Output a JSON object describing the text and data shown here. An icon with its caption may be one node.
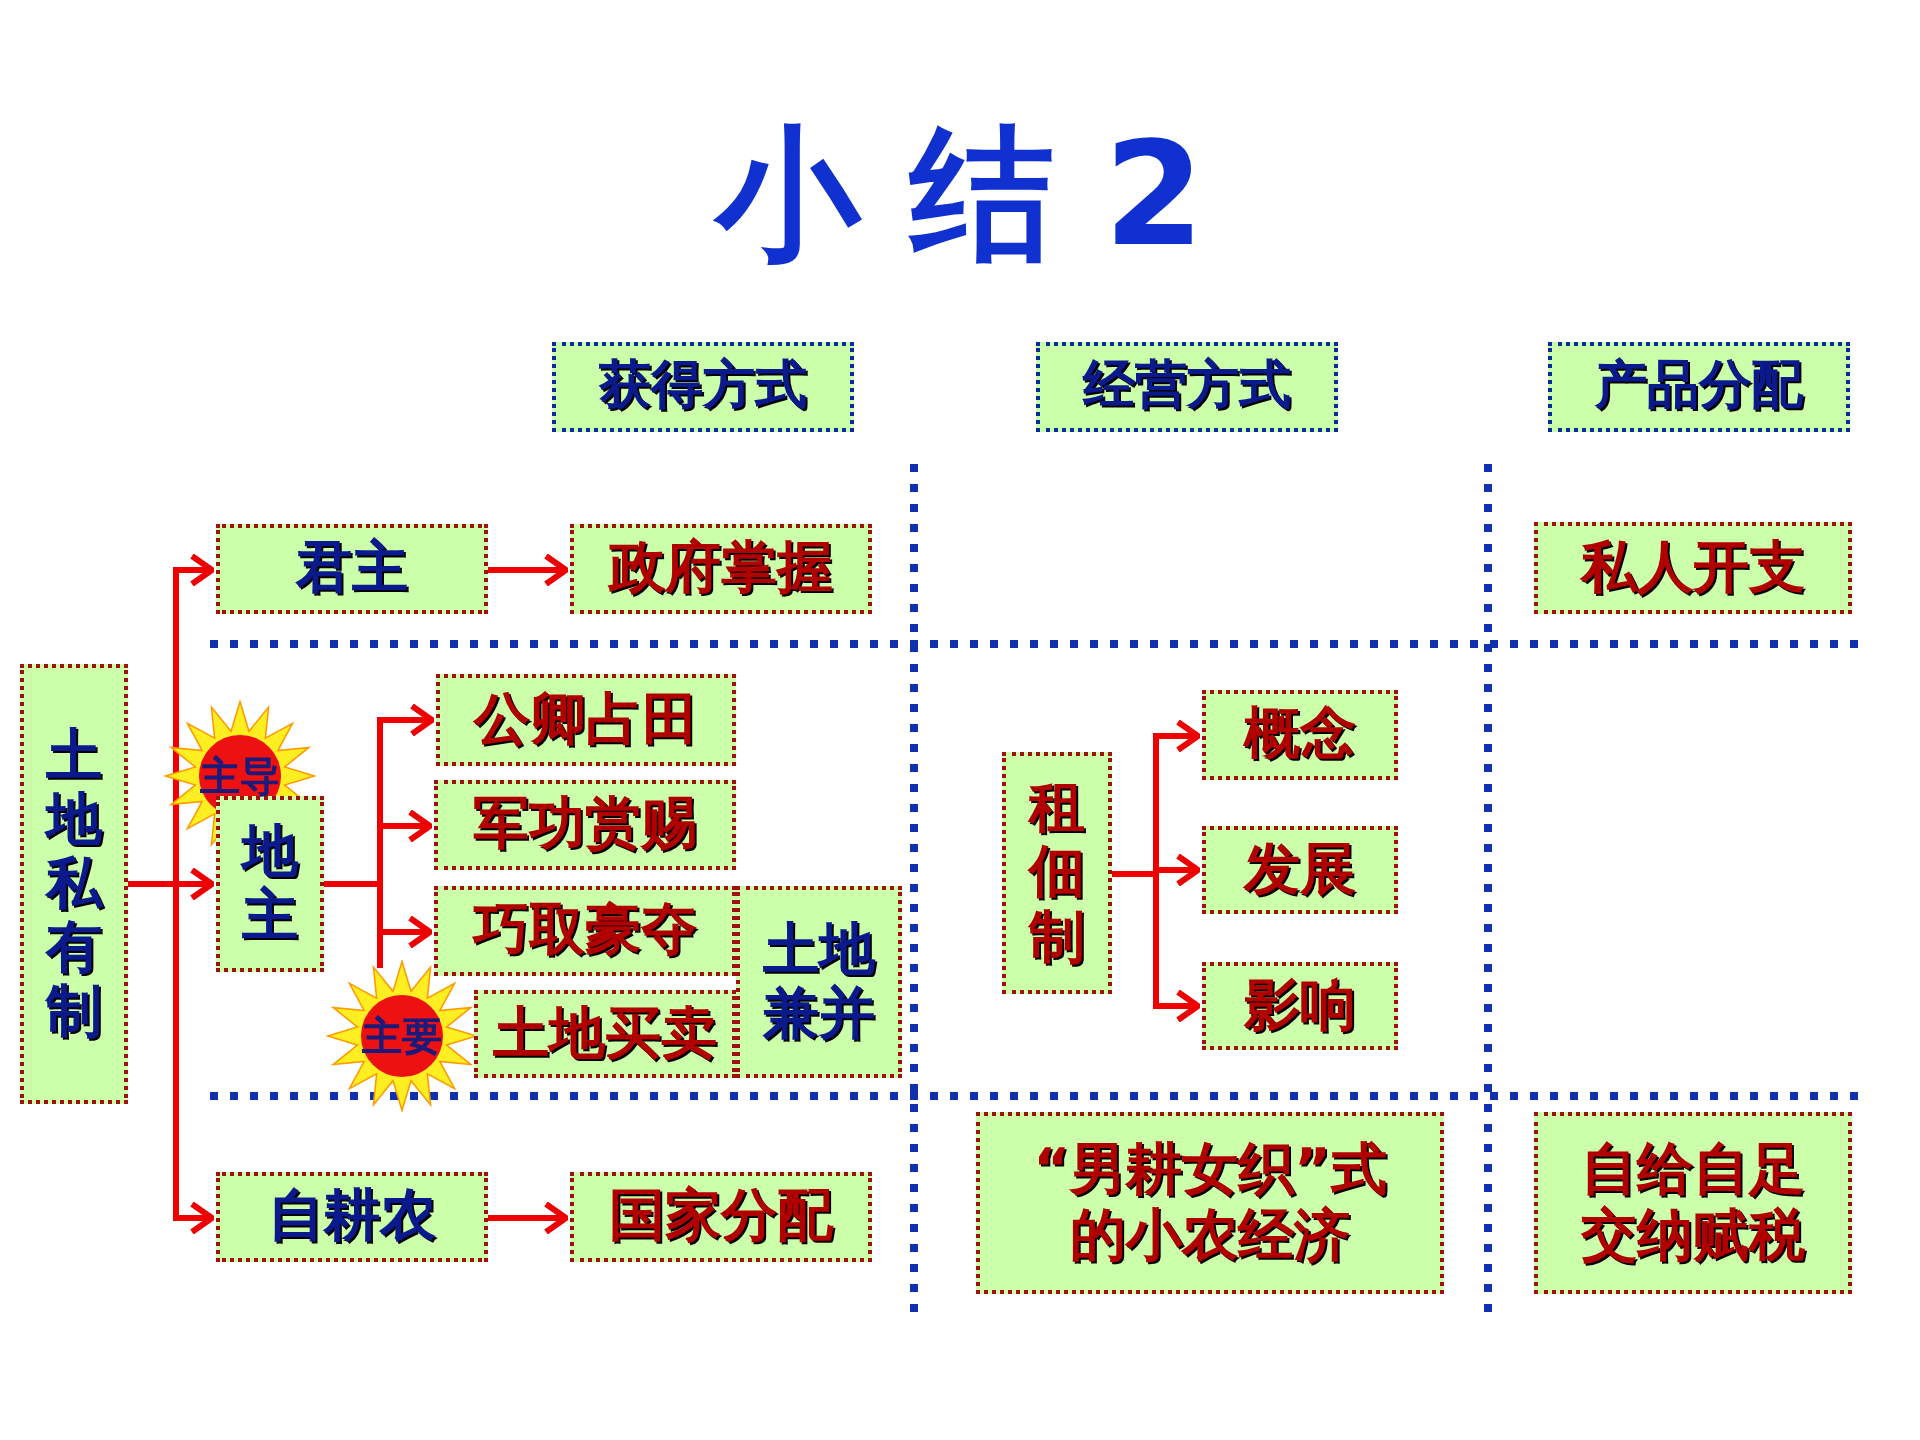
{
  "diagram": {
    "title": "小 结 2",
    "nodes": [
      {
        "text": [
          "获得方式"
        ]
      },
      {
        "text": [
          "经营方式"
        ]
      },
      {
        "text": [
          "产品分配"
        ]
      },
      {
        "text": [
          "土地私有制"
        ]
      },
      {
        "text": [
          "君主"
        ]
      },
      {
        "text": [
          "政府掌握"
        ]
      },
      {
        "text": [
          "私人开支"
        ]
      },
      {
        "text": [
          "主导"
        ]
      },
      {
        "text": [
          "地主"
        ]
      },
      {
        "text": [
          "公卿占田"
        ]
      },
      {
        "text": [
          "军功赏赐"
        ]
      },
      {
        "text": [
          "巧取豪夺"
        ]
      },
      {
        "text": [
          "主要"
        ]
      },
      {
        "text": [
          "土地买卖"
        ]
      },
      {
        "text": [
          "土地兼并"
        ]
      },
      {
        "text": [
          "租佃制"
        ]
      },
      {
        "text": [
          "概念"
        ]
      },
      {
        "text": [
          "发展"
        ]
      },
      {
        "text": [
          "影响"
        ]
      },
      {
        "text": [
          "自耕农"
        ]
      },
      {
        "text": [
          "国家分配"
        ]
      },
      {
        "text": [
          "“男耕女织”式的小农经济"
        ]
      },
      {
        "text": [
          "自给自足",
          "交纳赋税"
        ]
      }
    ],
    "edges": [
      {
        "from": 3,
        "to": 4,
        "arrow": "to"
      },
      {
        "from": 3,
        "to": 8,
        "arrow": "to"
      },
      {
        "from": 3,
        "to": 19,
        "arrow": "to"
      },
      {
        "from": 4,
        "to": 5,
        "arrow": "to"
      },
      {
        "from": 19,
        "to": 20,
        "arrow": "to"
      },
      {
        "from": 8,
        "to": 9,
        "arrow": "to"
      },
      {
        "from": 8,
        "to": 10,
        "arrow": "to"
      },
      {
        "from": 8,
        "to": 11,
        "arrow": "to"
      },
      {
        "from": 8,
        "to": 12,
        "arrow": "none"
      },
      {
        "from": 15,
        "to": 16,
        "arrow": "to"
      },
      {
        "from": 15,
        "to": 17,
        "arrow": "to"
      },
      {
        "from": 15,
        "to": 18,
        "arrow": "to"
      }
    ]
  }
}
